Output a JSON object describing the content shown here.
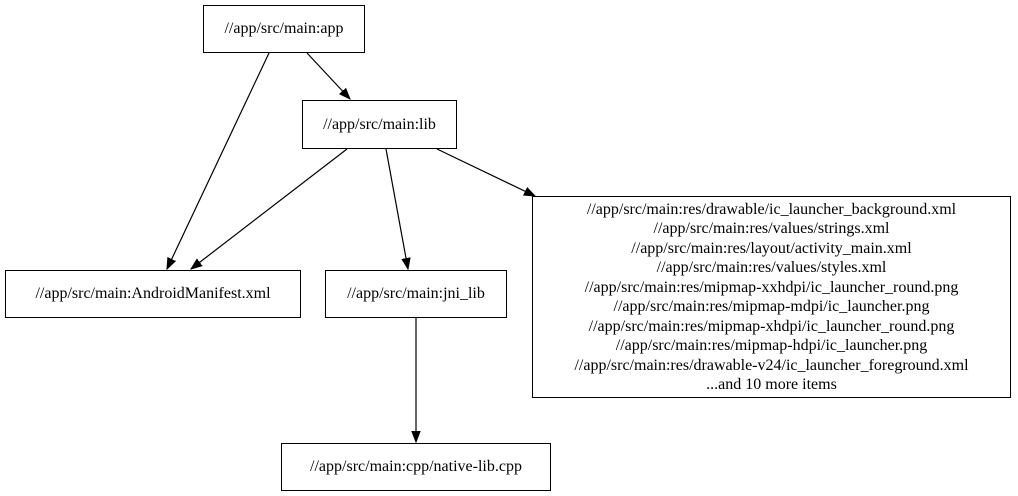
{
  "diagram": {
    "type": "dependency-graph",
    "background_color": "#ffffff",
    "node_fill_color": "#ffffff",
    "node_border_color": "#000000",
    "edge_color": "#000000",
    "text_color": "#000000",
    "nodes": {
      "app": {
        "label": "//app/src/main:app"
      },
      "lib": {
        "label": "//app/src/main:lib"
      },
      "manifest": {
        "label": "//app/src/main:AndroidManifest.xml"
      },
      "jni_lib": {
        "label": "//app/src/main:jni_lib"
      },
      "res_group": {
        "lines": [
          "//app/src/main:res/drawable/ic_launcher_background.xml",
          "//app/src/main:res/values/strings.xml",
          "//app/src/main:res/layout/activity_main.xml",
          "//app/src/main:res/values/styles.xml",
          "//app/src/main:res/mipmap-xxhdpi/ic_launcher_round.png",
          "//app/src/main:res/mipmap-mdpi/ic_launcher.png",
          "//app/src/main:res/mipmap-xhdpi/ic_launcher_round.png",
          "//app/src/main:res/mipmap-hdpi/ic_launcher.png",
          "//app/src/main:res/drawable-v24/ic_launcher_foreground.xml",
          "...and 10 more items"
        ]
      },
      "native_cpp": {
        "label": "//app/src/main:cpp/native-lib.cpp"
      }
    },
    "edges": [
      {
        "from": "//app/src/main:app",
        "to": "//app/src/main:lib"
      },
      {
        "from": "//app/src/main:app",
        "to": "//app/src/main:AndroidManifest.xml"
      },
      {
        "from": "//app/src/main:lib",
        "to": "//app/src/main:AndroidManifest.xml"
      },
      {
        "from": "//app/src/main:lib",
        "to": "//app/src/main:jni_lib"
      },
      {
        "from": "//app/src/main:lib",
        "to": "res_group"
      },
      {
        "from": "//app/src/main:jni_lib",
        "to": "//app/src/main:cpp/native-lib.cpp"
      }
    ]
  }
}
